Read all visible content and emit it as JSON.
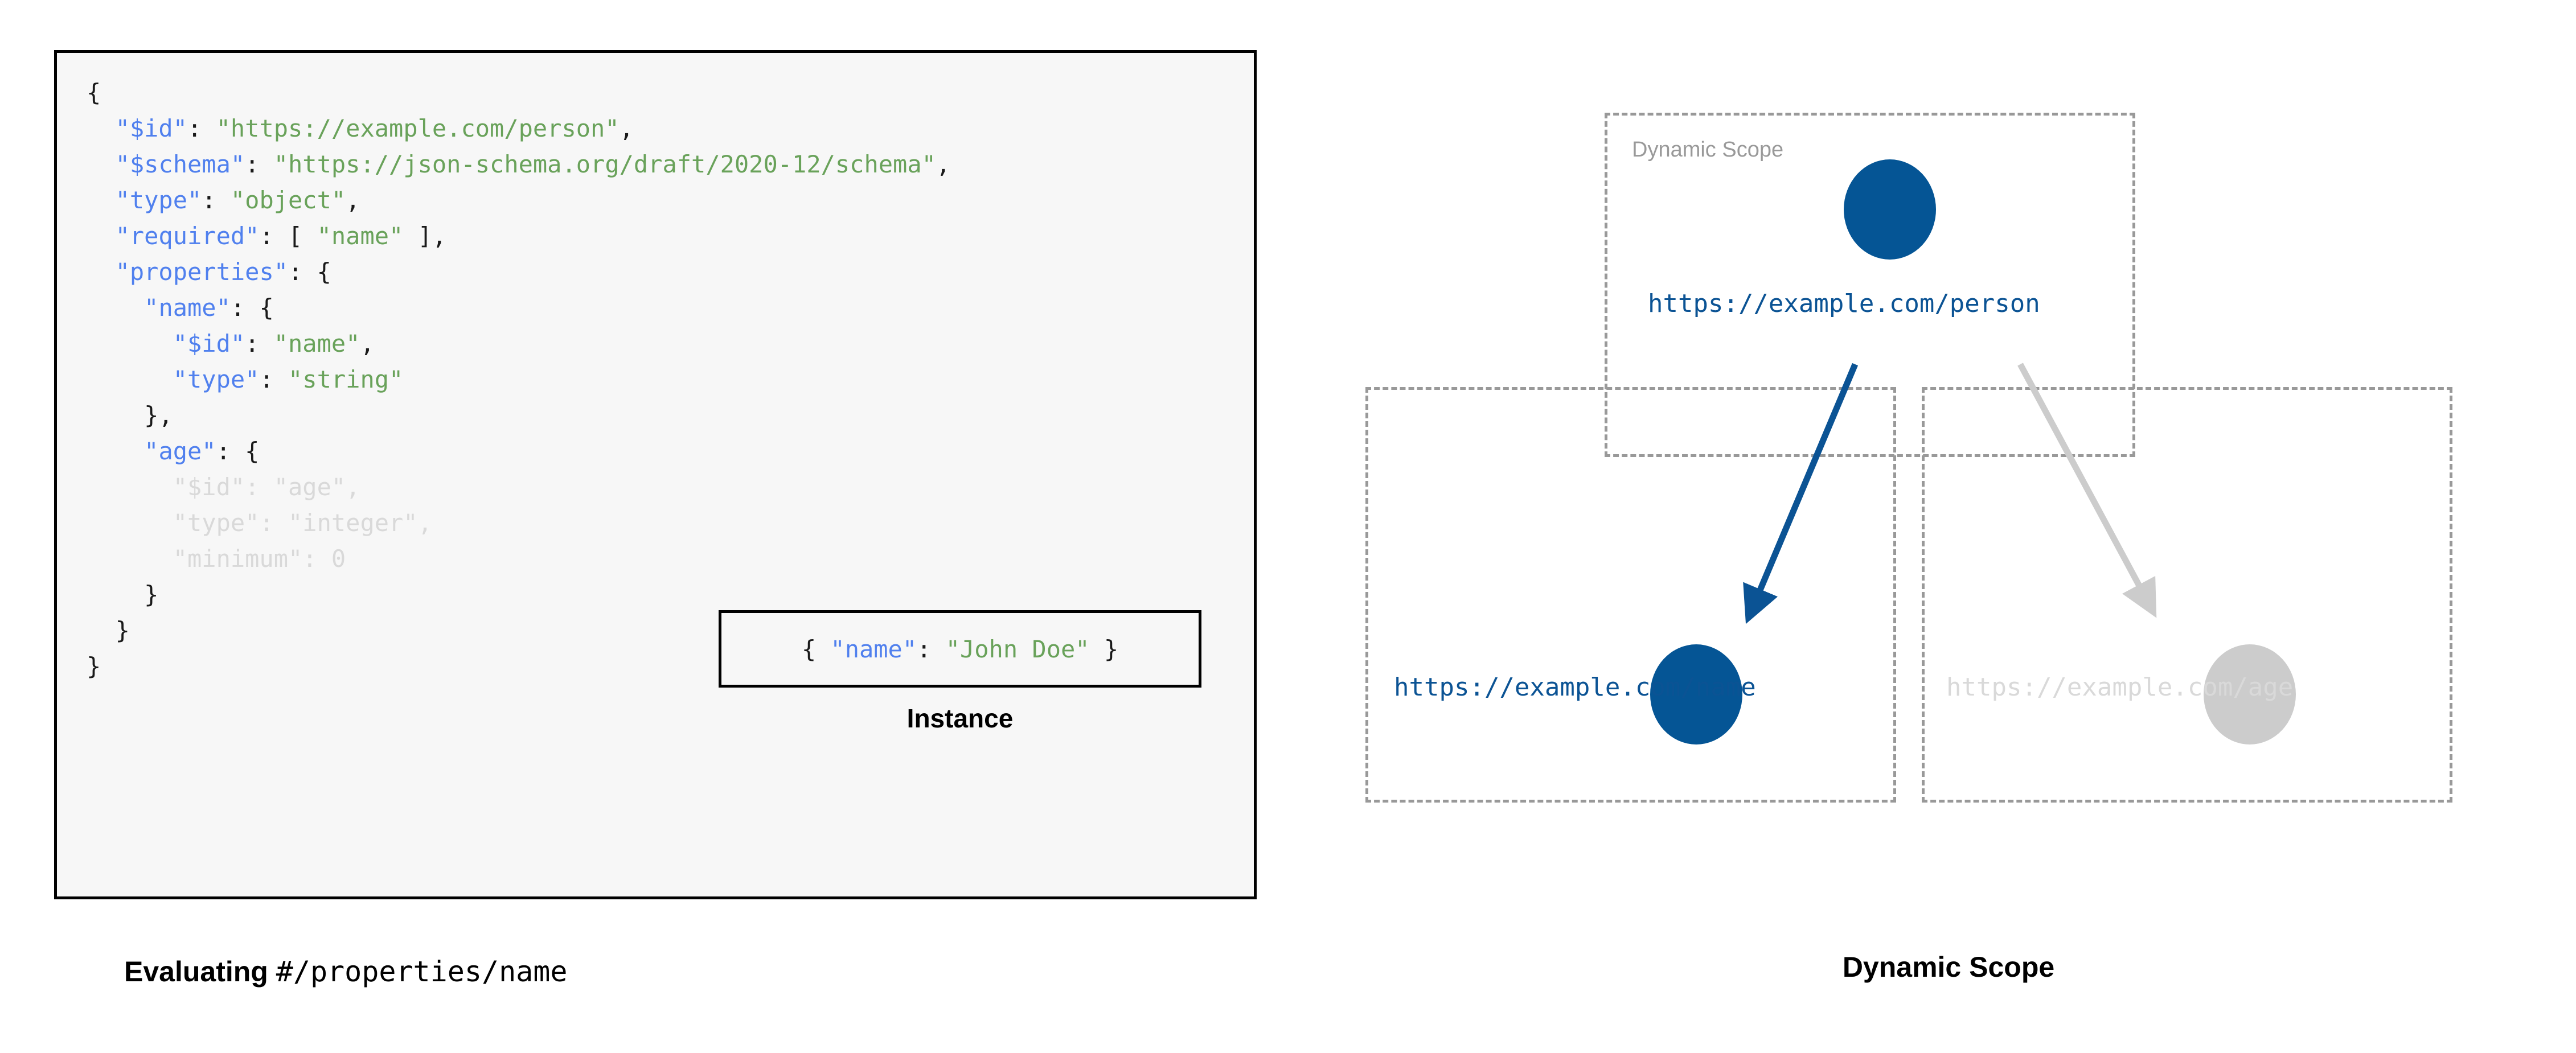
{
  "left": {
    "code_lines": [
      [
        {
          "t": "{",
          "c": "punc"
        }
      ],
      [
        {
          "t": "  ",
          "c": "punc"
        },
        {
          "t": "\"$id\"",
          "c": "key"
        },
        {
          "t": ": ",
          "c": "punc"
        },
        {
          "t": "\"https://example.com/person\"",
          "c": "str"
        },
        {
          "t": ",",
          "c": "punc"
        }
      ],
      [
        {
          "t": "  ",
          "c": "punc"
        },
        {
          "t": "\"$schema\"",
          "c": "key"
        },
        {
          "t": ": ",
          "c": "punc"
        },
        {
          "t": "\"https://json-schema.org/draft/2020-12/schema\"",
          "c": "str"
        },
        {
          "t": ",",
          "c": "punc"
        }
      ],
      [
        {
          "t": "  ",
          "c": "punc"
        },
        {
          "t": "\"type\"",
          "c": "key"
        },
        {
          "t": ": ",
          "c": "punc"
        },
        {
          "t": "\"object\"",
          "c": "str"
        },
        {
          "t": ",",
          "c": "punc"
        }
      ],
      [
        {
          "t": "  ",
          "c": "punc"
        },
        {
          "t": "\"required\"",
          "c": "key"
        },
        {
          "t": ": [ ",
          "c": "punc"
        },
        {
          "t": "\"name\"",
          "c": "str"
        },
        {
          "t": " ],",
          "c": "punc"
        }
      ],
      [
        {
          "t": "  ",
          "c": "punc"
        },
        {
          "t": "\"properties\"",
          "c": "key"
        },
        {
          "t": ": {",
          "c": "punc"
        }
      ],
      [
        {
          "t": "    ",
          "c": "punc"
        },
        {
          "t": "\"name\"",
          "c": "key"
        },
        {
          "t": ": {",
          "c": "punc"
        }
      ],
      [
        {
          "t": "      ",
          "c": "punc"
        },
        {
          "t": "\"$id\"",
          "c": "key"
        },
        {
          "t": ": ",
          "c": "punc"
        },
        {
          "t": "\"name\"",
          "c": "str"
        },
        {
          "t": ",",
          "c": "punc"
        }
      ],
      [
        {
          "t": "      ",
          "c": "punc"
        },
        {
          "t": "\"type\"",
          "c": "key"
        },
        {
          "t": ": ",
          "c": "punc"
        },
        {
          "t": "\"string\"",
          "c": "str"
        }
      ],
      [
        {
          "t": "    },",
          "c": "punc"
        }
      ],
      [
        {
          "t": "    ",
          "c": "punc"
        },
        {
          "t": "\"age\"",
          "c": "key"
        },
        {
          "t": ": {",
          "c": "punc"
        }
      ],
      [
        {
          "t": "      ",
          "c": "dim"
        },
        {
          "t": "\"$id\"",
          "c": "dim"
        },
        {
          "t": ": ",
          "c": "dim"
        },
        {
          "t": "\"age\"",
          "c": "dim"
        },
        {
          "t": ",",
          "c": "dim"
        }
      ],
      [
        {
          "t": "      ",
          "c": "dim"
        },
        {
          "t": "\"type\"",
          "c": "dim"
        },
        {
          "t": ": ",
          "c": "dim"
        },
        {
          "t": "\"integer\"",
          "c": "dim"
        },
        {
          "t": ",",
          "c": "dim"
        }
      ],
      [
        {
          "t": "      ",
          "c": "dim"
        },
        {
          "t": "\"minimum\"",
          "c": "dim"
        },
        {
          "t": ": ",
          "c": "dim"
        },
        {
          "t": "0",
          "c": "dim"
        }
      ],
      [
        {
          "t": "    }",
          "c": "punc"
        }
      ],
      [
        {
          "t": "  }",
          "c": "punc"
        }
      ],
      [
        {
          "t": "}",
          "c": "punc"
        }
      ]
    ],
    "instance": {
      "code_parts": [
        {
          "t": "{ ",
          "c": "punc"
        },
        {
          "t": "\"name\"",
          "c": "key"
        },
        {
          "t": ": ",
          "c": "punc"
        },
        {
          "t": "\"John Doe\"",
          "c": "str"
        },
        {
          "t": " }",
          "c": "punc"
        }
      ],
      "caption": "Instance"
    },
    "caption_bold": "Evaluating ",
    "caption_mono": "#/properties/name"
  },
  "right": {
    "inner_scope_label": "Dynamic Scope",
    "nodes": [
      {
        "id": "person",
        "label": "https://example.com/person",
        "color": "#055595",
        "active": true
      },
      {
        "id": "name",
        "label": "https://example.com/name",
        "color": "#055595",
        "active": true
      },
      {
        "id": "age",
        "label": "https://example.com/age",
        "color": "#cccccc",
        "active": false
      }
    ],
    "arrows": [
      {
        "id": "person-to-name",
        "color": "#0b5394"
      },
      {
        "id": "person-to-age",
        "color": "#cccccc"
      }
    ],
    "caption": "Dynamic Scope"
  },
  "colors": {
    "key_blue": "#5080ee",
    "string_green": "#69a25a",
    "dim_gray": "#d9d9d9",
    "node_blue": "#055595",
    "node_gray": "#cccccc",
    "link_blue": "#0b5394",
    "dashed_gray": "#999999",
    "code_bg": "#f7f7f7",
    "border_black": "#000000"
  }
}
